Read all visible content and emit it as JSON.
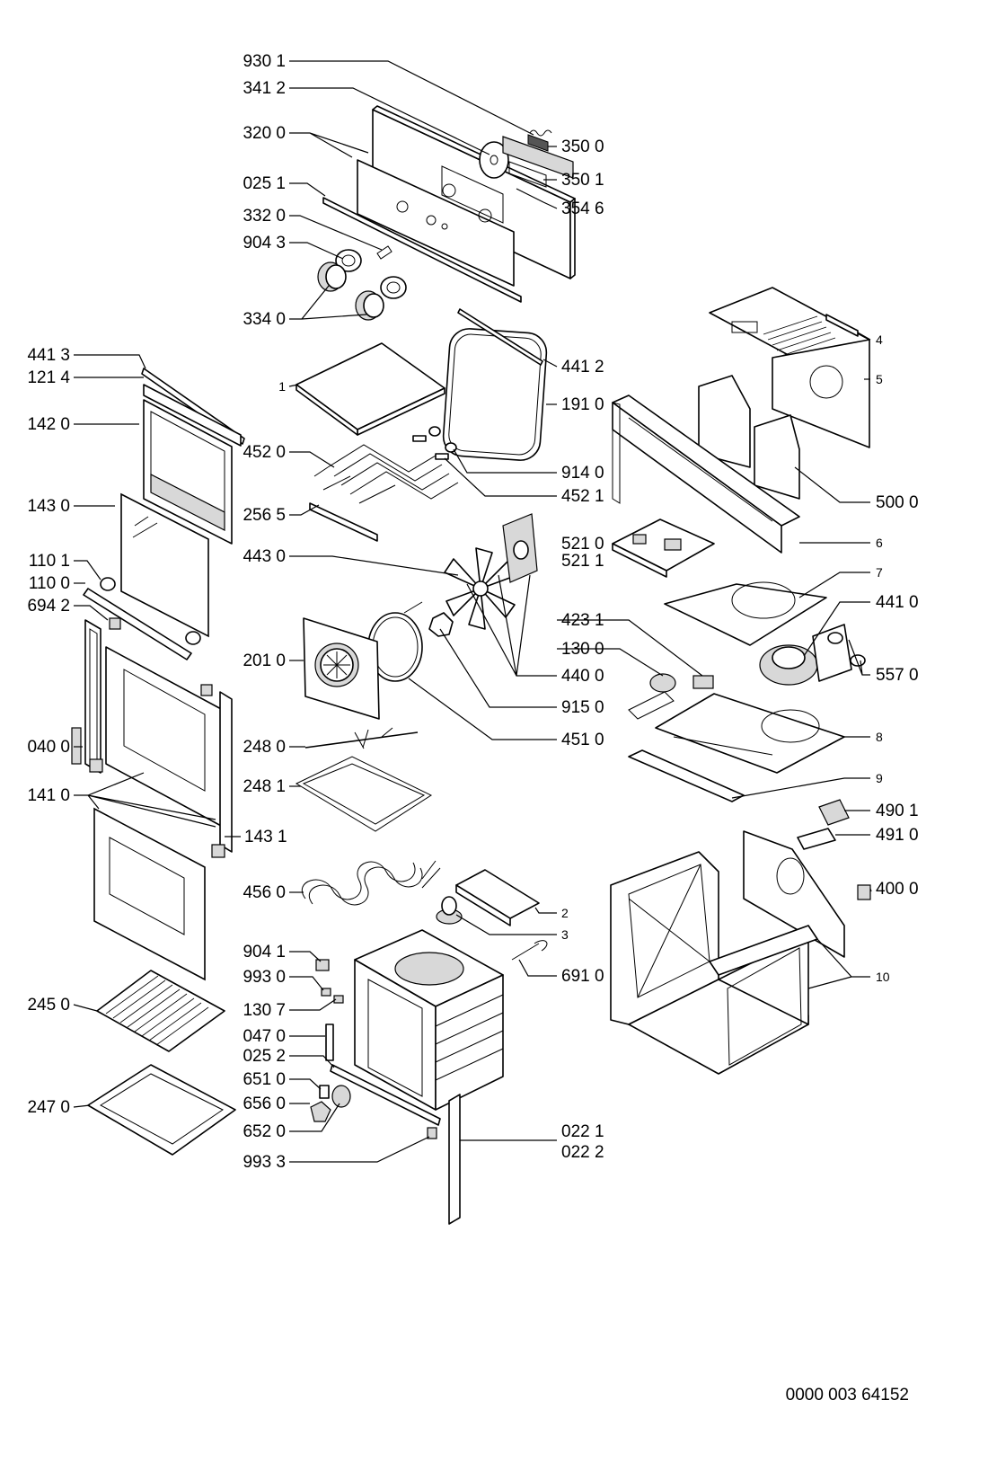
{
  "document_number": "0000 003 64152",
  "labels": {
    "l9301": "930 1",
    "l3412": "341 2",
    "l3200": "320 0",
    "l0251": "025 1",
    "l3320": "332 0",
    "l9043": "904 3",
    "l3340": "334 0",
    "l3500": "350 0",
    "l3501": "350 1",
    "l3546": "354 6",
    "l4413": "441 3",
    "l1214": "121 4",
    "l1420": "142 0",
    "l1430": "143 0",
    "l1101": "110 1",
    "l1100": "110 0",
    "l6942": "694 2",
    "l0400": "040 0",
    "l1410": "141 0",
    "l1431": "143 1",
    "l2450": "245 0",
    "l2470": "247 0",
    "l1": "1",
    "l4520": "452 0",
    "l2565": "256 5",
    "l4430": "443 0",
    "l2010": "201 0",
    "l2480": "248 0",
    "l2481": "248 1",
    "l4560": "456 0",
    "l9041": "904 1",
    "l9930": "993 0",
    "l1307": "130 7",
    "l0470": "047 0",
    "l0252": "025 2",
    "l6510": "651 0",
    "l6560": "656 0",
    "l6520": "652 0",
    "l9933": "993 3",
    "l4412": "441 2",
    "l1910": "191 0",
    "l9140": "914 0",
    "l4521": "452 1",
    "l5210": "521 0",
    "l5211": "521 1",
    "l4231": "423 1",
    "l1300": "130 0",
    "l4400": "440 0",
    "l9150": "915 0",
    "l4510": "451 0",
    "l2": "2",
    "l3": "3",
    "l6910": "691 0",
    "l0221": "022 1",
    "l0222": "022 2",
    "l4": "4",
    "l5": "5",
    "l5000": "500 0",
    "l6": "6",
    "l7": "7",
    "l4410": "441 0",
    "l5570": "557 0",
    "l8": "8",
    "l9": "9",
    "l4901": "490 1",
    "l4910": "491 0",
    "l4000": "400 0",
    "l10": "10"
  }
}
